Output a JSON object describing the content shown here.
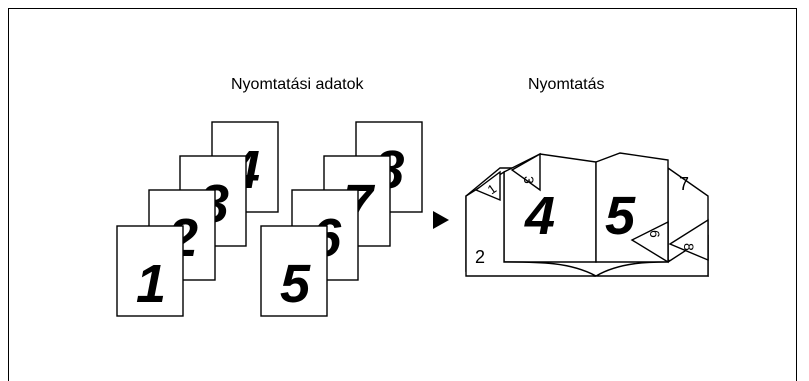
{
  "labels": {
    "print_data": "Nyomtatási adatok",
    "print_output": "Nyomtatás"
  },
  "stack_left": [
    "4",
    "3",
    "2",
    "1"
  ],
  "stack_right": [
    "8",
    "7",
    "6",
    "5"
  ],
  "booklet": {
    "page1": "1",
    "page2": "2",
    "page3": "3",
    "page4": "4",
    "page5": "5",
    "page6": "6",
    "page7": "7",
    "page8": "8"
  },
  "arrow_icon": "right-triangle-arrow"
}
